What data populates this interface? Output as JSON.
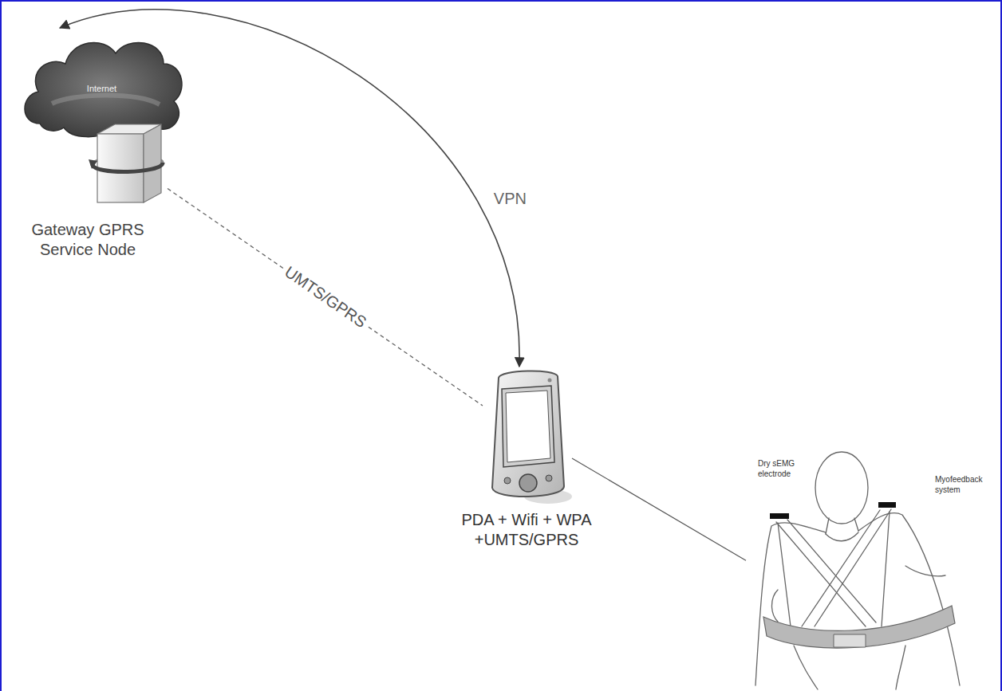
{
  "diagram": {
    "nodes": [
      {
        "text": [
          "Internet"
        ]
      },
      {
        "text": [
          "Gateway GPRS Service Node"
        ]
      },
      {
        "text": [
          "PDA + Wifi + WPA +UMTS/GPRS"
        ]
      },
      {
        "text": [
          "Dry sEMG electrode",
          "Myofeedback system"
        ]
      }
    ],
    "edges": [
      {
        "from": 0,
        "to": 2,
        "arrow": "both",
        "label": "VPN"
      },
      {
        "from": 1,
        "to": 2,
        "arrow": "none",
        "label": "UMTS/GPRS"
      },
      {
        "from": 2,
        "to": 3,
        "arrow": "none"
      }
    ]
  }
}
